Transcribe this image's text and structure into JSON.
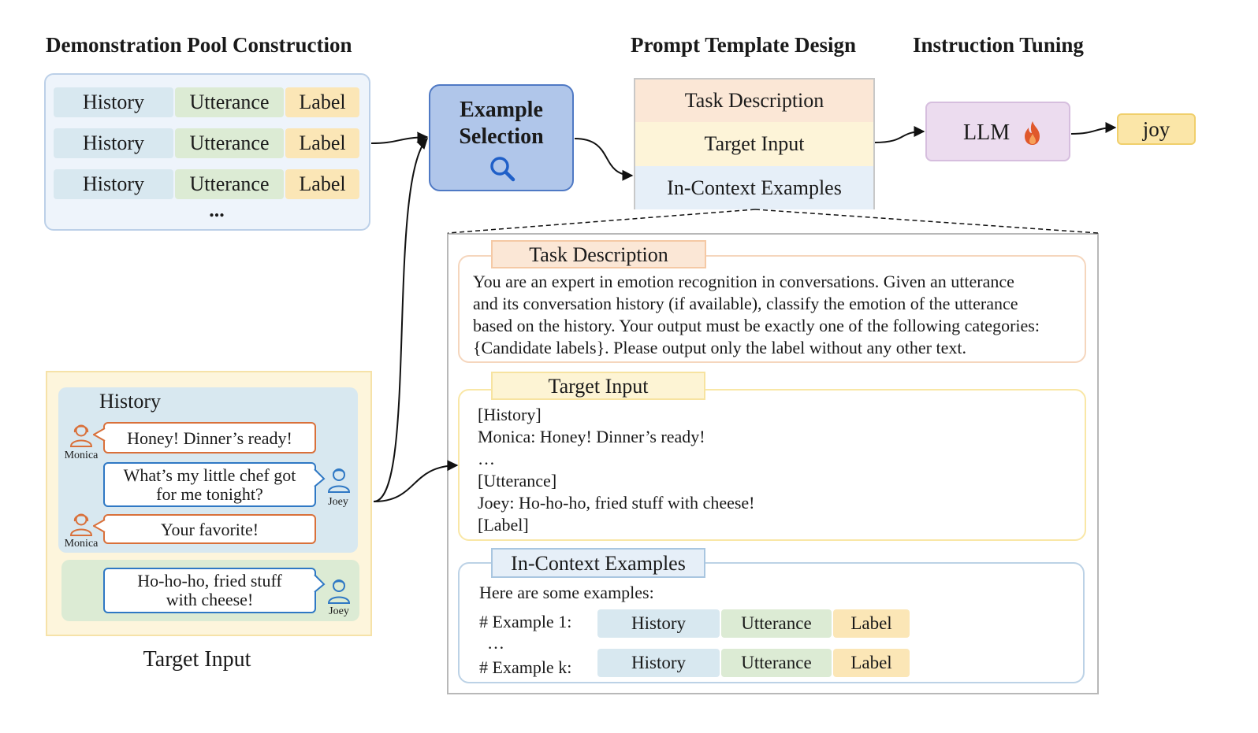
{
  "headings": {
    "pool": "Demonstration Pool Construction",
    "prompt": "Prompt Template Design",
    "tuning": "Instruction Tuning"
  },
  "pool": {
    "rows": [
      {
        "history": "History",
        "utterance": "Utterance",
        "label": "Label"
      },
      {
        "history": "History",
        "utterance": "Utterance",
        "label": "Label"
      },
      {
        "history": "History",
        "utterance": "Utterance",
        "label": "Label"
      }
    ],
    "ellipsis": "..."
  },
  "selection": {
    "line1": "Example",
    "line2": "Selection",
    "icon": "search-icon"
  },
  "template": {
    "task": "Task Description",
    "target": "Target Input",
    "icl": "In-Context Examples"
  },
  "llm": {
    "label": "LLM",
    "icon": "fire-icon"
  },
  "output": {
    "label": "joy"
  },
  "target_panel": {
    "history_title": "History",
    "caption": "Target Input",
    "dialog": [
      {
        "speaker": "Monica",
        "text": "Honey! Dinner’s ready!",
        "icon": "person-icon"
      },
      {
        "speaker": "Joey",
        "line1": "What’s my little chef got",
        "line2": "for me tonight?",
        "icon": "person-icon"
      },
      {
        "speaker": "Monica",
        "text": "Your favorite!",
        "icon": "person-icon"
      },
      {
        "speaker": "Joey",
        "line1": "Ho-ho-ho, fried stuff",
        "line2": "with cheese!",
        "icon": "person-icon"
      }
    ]
  },
  "detail": {
    "task_title": "Task Description",
    "task_lines": [
      "You are an expert in emotion recognition in conversations. Given an utterance",
      "and its conversation history (if available), classify the emotion of the utterance",
      "based on the history. Your output must be exactly one of the following categories:",
      "{Candidate labels}. Please output only the label without any other text."
    ],
    "target_title": "Target Input",
    "target_lines": [
      "[History]",
      "Monica: Honey! Dinner’s ready!",
      "…",
      "[Utterance]",
      "Joey: Ho-ho-ho, fried stuff with cheese!",
      "[Label]"
    ],
    "icl_title": "In-Context Examples",
    "icl_intro": "Here are some examples:",
    "examples": [
      {
        "name": "# Example 1:",
        "history": "History",
        "utterance": "Utterance",
        "label": "Label"
      },
      {
        "name": "# Example k:",
        "history": "History",
        "utterance": "Utterance",
        "label": "Label"
      }
    ],
    "icl_ellipsis": "…"
  },
  "colors": {
    "history": "#d8e8f0",
    "utterance": "#dcebd4",
    "label": "#fbe6b6",
    "selection": "#b0c6ea",
    "llm": "#ecdcef",
    "output": "#fbe6a8",
    "monica": "#d9703a",
    "joey": "#2f78c4"
  }
}
